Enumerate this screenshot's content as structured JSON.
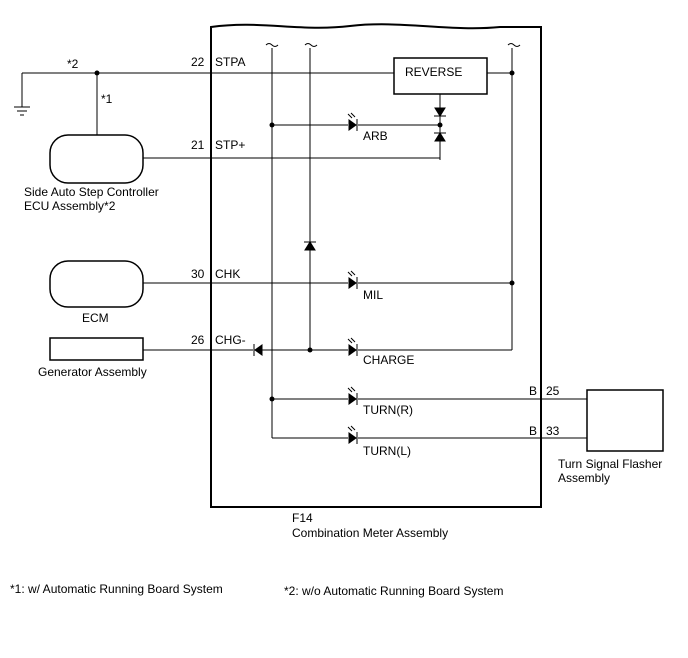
{
  "meter": {
    "connector": "F14",
    "name": "Combination Meter Assembly",
    "terminals": {
      "stpa": {
        "pin": "22",
        "name": "STPA"
      },
      "stp": {
        "pin": "21",
        "name": "STP+"
      },
      "chk": {
        "pin": "30",
        "name": "CHK"
      },
      "chg": {
        "pin": "26",
        "name": "CHG-"
      },
      "tr": {
        "pin": "25",
        "prefix": "B"
      },
      "tl": {
        "pin": "33",
        "prefix": "B"
      }
    },
    "indicators": {
      "reverse": "REVERSE",
      "arb": "ARB",
      "mil": "MIL",
      "charge": "CHARGE",
      "turn_r": "TURN(R)",
      "turn_l": "TURN(L)"
    }
  },
  "components": {
    "side_step": {
      "line1": "Side Auto Step Controller",
      "line2": "ECU Assembly*2"
    },
    "ecm": "ECM",
    "generator": "Generator Assembly",
    "flasher": {
      "line1": "Turn Signal Flasher",
      "line2": "Assembly"
    }
  },
  "markers": {
    "m1": "*1",
    "m2": "*2"
  },
  "notes": {
    "n1": "*1: w/ Automatic Running Board System",
    "n2": "*2: w/o Automatic Running Board System"
  }
}
